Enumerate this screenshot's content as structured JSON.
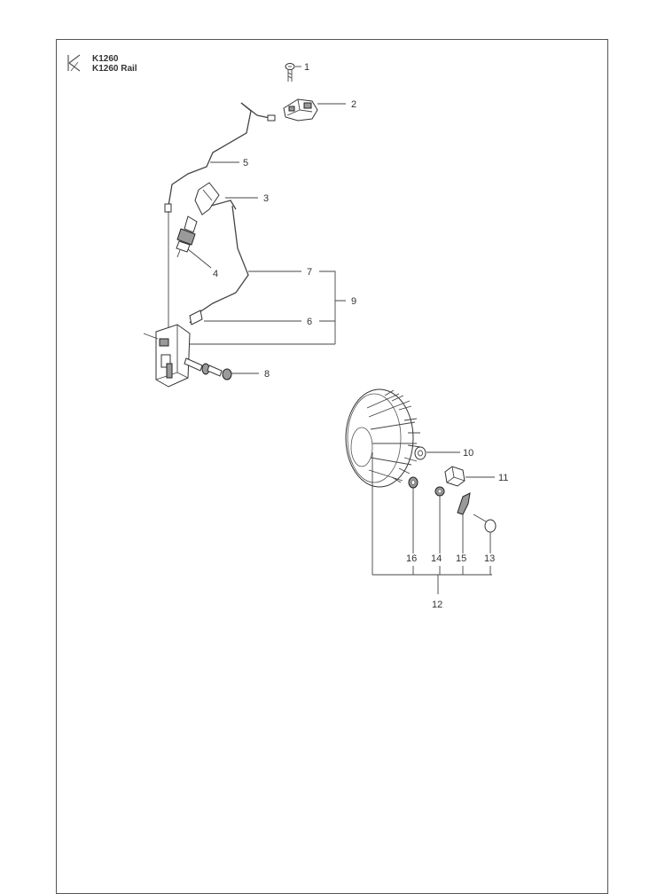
{
  "header": {
    "model_line_1": "K1260",
    "model_line_2": "K1260 Rail"
  },
  "callouts": {
    "c1": "1",
    "c2": "2",
    "c3": "3",
    "c4": "4",
    "c5": "5",
    "c6": "6",
    "c7": "7",
    "c8": "8",
    "c9": "9",
    "c10": "10",
    "c11": "11",
    "c12": "12",
    "c13": "13",
    "c14": "14",
    "c15": "15",
    "c16": "16"
  }
}
